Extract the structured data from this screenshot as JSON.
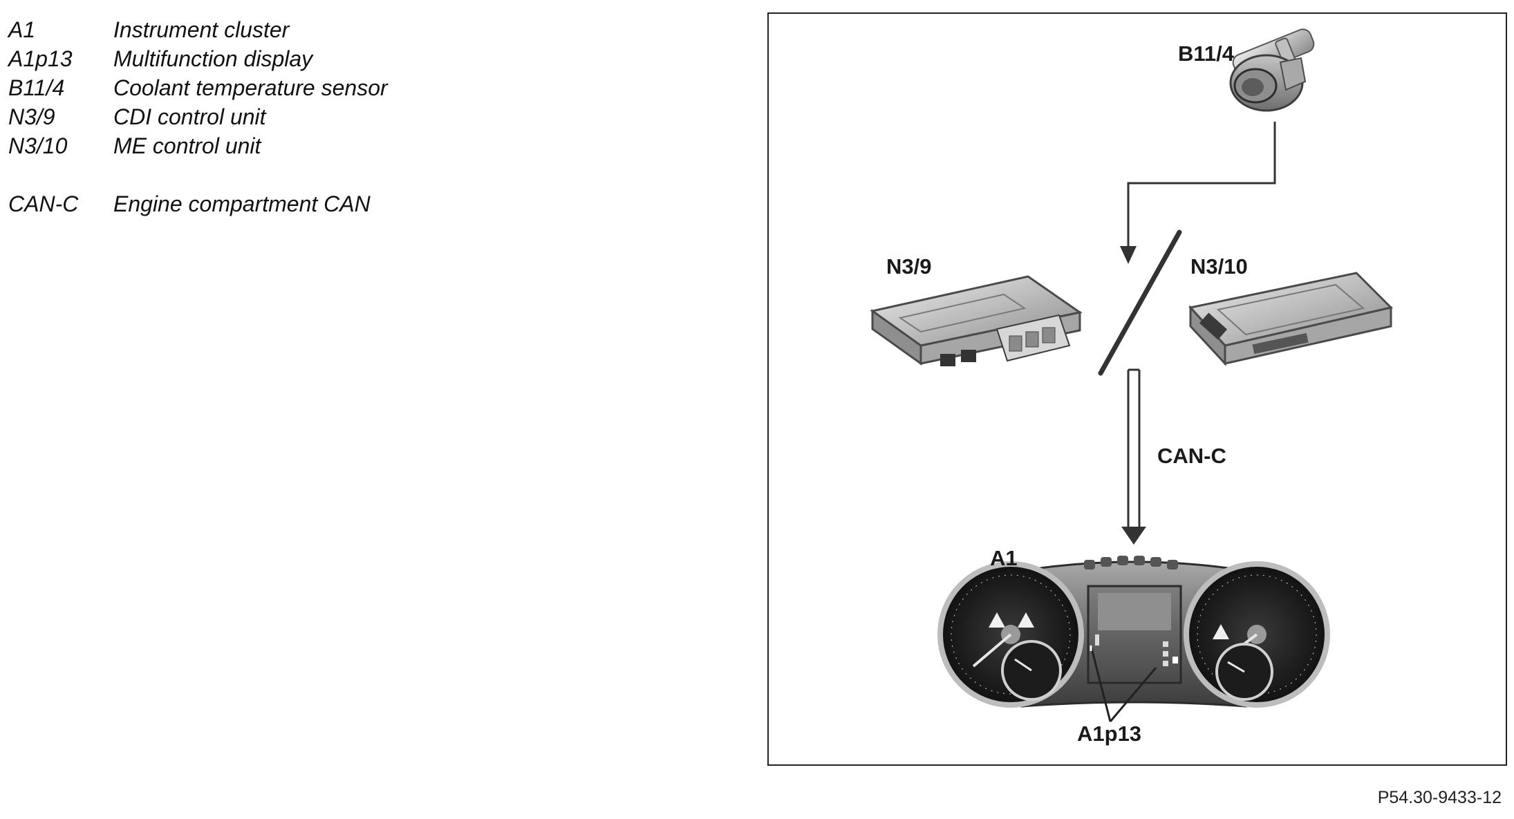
{
  "legend": [
    {
      "code": "A1",
      "description": "Instrument cluster"
    },
    {
      "code": "A1p13",
      "description": "Multifunction display"
    },
    {
      "code": "B11/4",
      "description": "Coolant temperature sensor"
    },
    {
      "code": "N3/9",
      "description": "CDI control unit"
    },
    {
      "code": "N3/10",
      "description": "ME control unit"
    },
    {
      "code": "CAN-C",
      "description": "Engine compartment CAN"
    }
  ],
  "diagram": {
    "labels": {
      "sensor": "B11/4",
      "cdi_unit": "N3/9",
      "me_unit": "N3/10",
      "bus": "CAN-C",
      "cluster": "A1",
      "display": "A1p13"
    }
  },
  "figure_id": "P54.30-9433-12"
}
